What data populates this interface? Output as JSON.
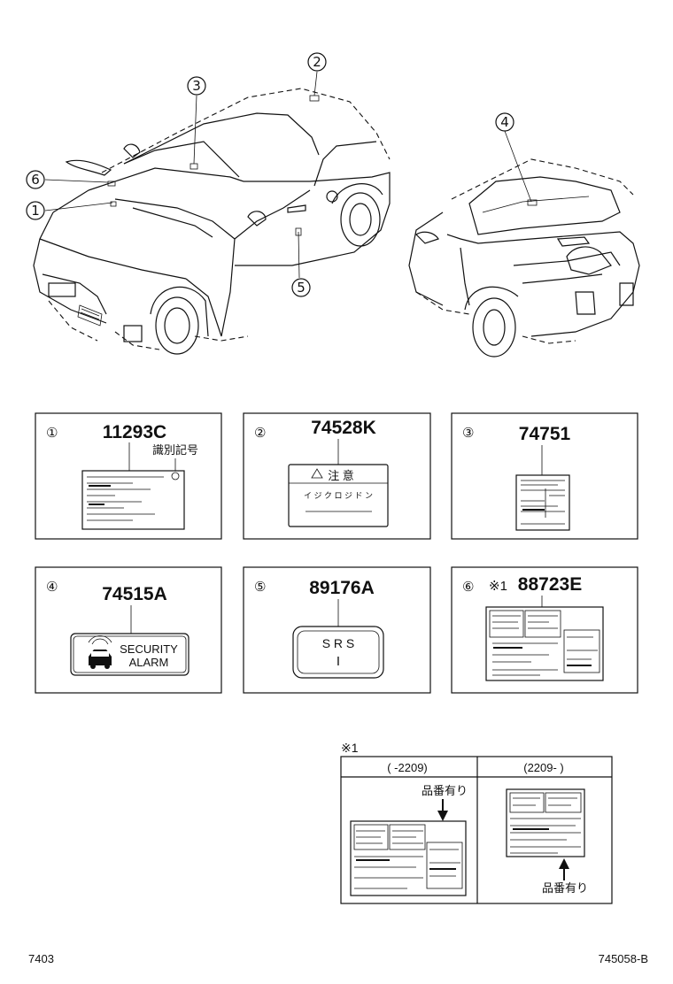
{
  "callouts": {
    "c1": "1",
    "c2": "2",
    "c3": "3",
    "c4": "4",
    "c5": "5",
    "c6": "6"
  },
  "panels": [
    {
      "num": "①",
      "part": "11293C",
      "note": "識別記号"
    },
    {
      "num": "②",
      "part": "74528K",
      "label_title": "注 意",
      "label_line": "イ ジ ク ロ ジ ド ン"
    },
    {
      "num": "③",
      "part": "74751"
    },
    {
      "num": "④",
      "part": "74515A",
      "label_line1": "SECURITY",
      "label_line2": "ALARM"
    },
    {
      "num": "⑤",
      "part": "89176A",
      "label_line1": "S R S",
      "label_line2": "I"
    },
    {
      "num": "⑥",
      "prefix": "※1",
      "part": "88723E"
    }
  ],
  "footnote": {
    "mark": "※1",
    "col1_header": "(    -2209)",
    "col2_header": "(2209-    )",
    "col1_note": "品番有り",
    "col2_note": "品番有り"
  },
  "footer": {
    "left": "7403",
    "right": "745058-B"
  }
}
